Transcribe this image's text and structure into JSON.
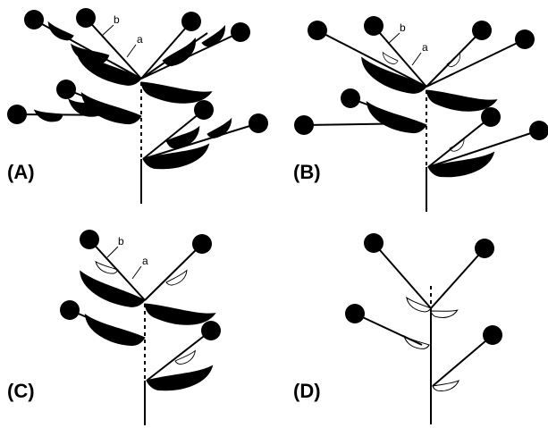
{
  "panels": [
    {
      "label": "(A)",
      "callouts": [
        "a",
        "b"
      ]
    },
    {
      "label": "(B)",
      "callouts": [
        "a",
        "b"
      ]
    },
    {
      "label": "(C)",
      "callouts": [
        "a",
        "b"
      ]
    },
    {
      "label": "(D)",
      "callouts": []
    }
  ]
}
